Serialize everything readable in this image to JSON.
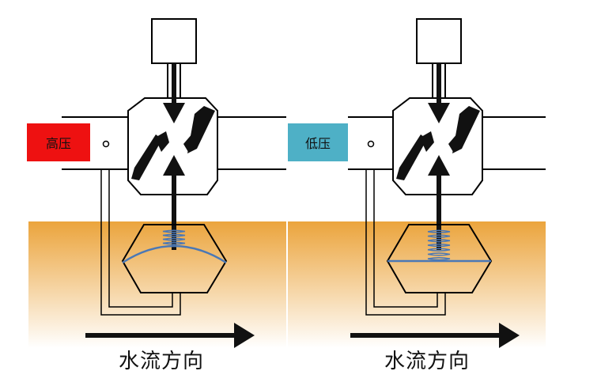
{
  "panels": [
    {
      "pressure_label": "高压",
      "pressure_color": "#ee1111",
      "flow_label": "水流方向",
      "diaphragm_state": "arched"
    },
    {
      "pressure_label": "低压",
      "pressure_color": "#4eb0c6",
      "flow_label": "水流方向",
      "diaphragm_state": "flat"
    }
  ],
  "colors": {
    "ground_top": "#eba43c",
    "ground_bottom": "#ffffff",
    "spring": "#4b78b5",
    "outline": "#000000"
  }
}
